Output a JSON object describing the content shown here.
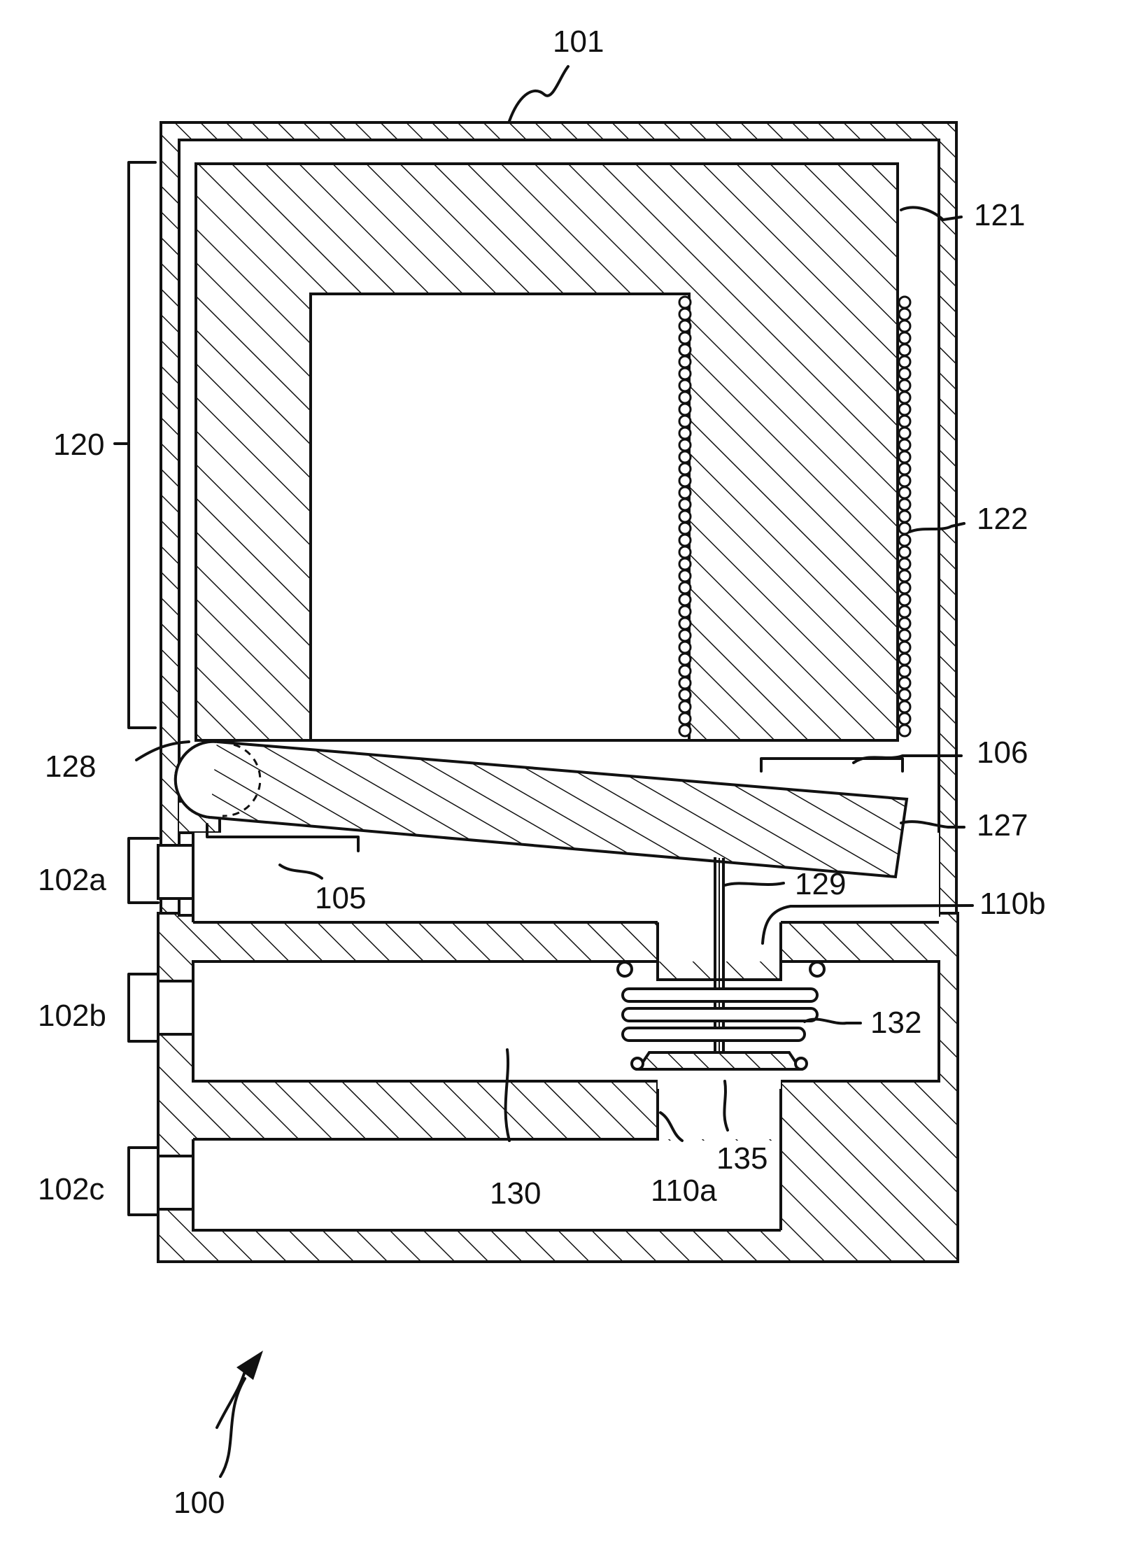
{
  "figure": {
    "reference_numeral": "100",
    "labels": {
      "housing": "101",
      "terminal_a": "102a",
      "terminal_b": "102b",
      "terminal_c": "102c",
      "contact_region_lower": "105",
      "contact_region_upper": "106",
      "port_lower": "110a",
      "port_upper": "110b",
      "electromagnet": "120",
      "core": "121",
      "coil": "122",
      "armature": "127",
      "pivot": "128",
      "stem": "129",
      "chamber": "130",
      "spring": "132",
      "valve_seat": "135"
    }
  },
  "colors": {
    "ink": "#111111",
    "paper": "#ffffff"
  }
}
